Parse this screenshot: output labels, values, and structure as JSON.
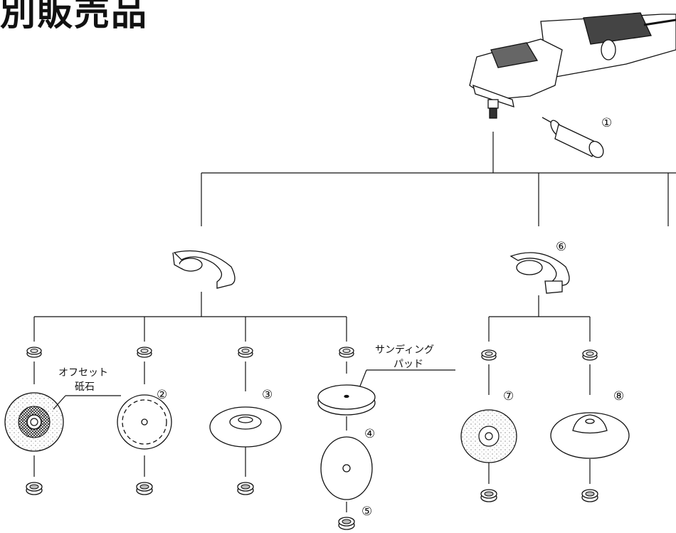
{
  "title": "別販売品",
  "labels": {
    "offset_wheel": [
      "オフセット",
      "砥石"
    ],
    "sanding_pad": [
      "サンディング",
      "パッド"
    ]
  },
  "parts": [
    "①",
    "②",
    "③",
    "④",
    "⑤",
    "⑥",
    "⑦",
    "⑧"
  ]
}
